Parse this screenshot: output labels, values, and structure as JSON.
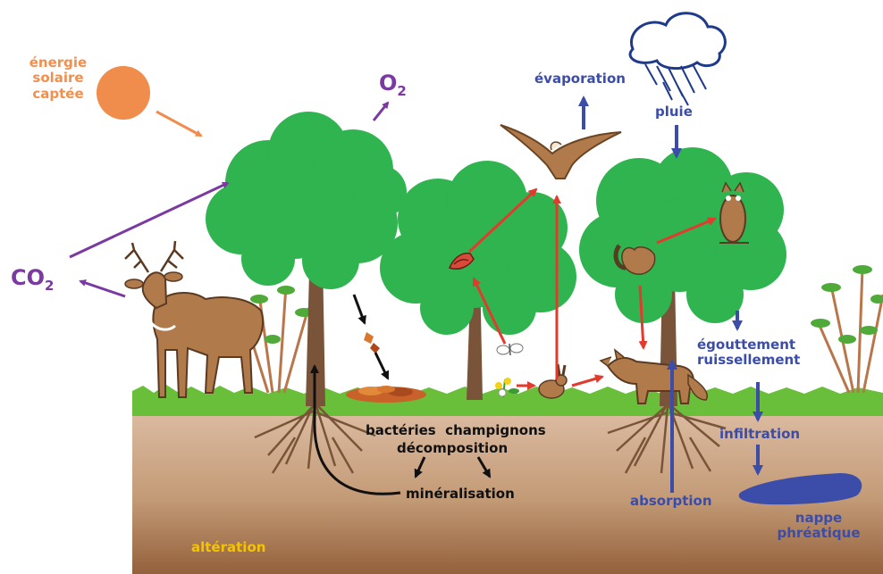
{
  "colors": {
    "sun": "#f08c4c",
    "solar_text": "#f0904f",
    "gas": "#7a3aa0",
    "water": "#3b4da8",
    "food_chain": "#e23b2e",
    "decomp": "#111111",
    "soil_top": "#d8b79b",
    "soil_bottom": "#9c6a42",
    "grass": "#6abf3a",
    "foliage": "#2fb44f",
    "trunk": "#7a5438",
    "animal": "#b07a4a",
    "weathering": "#f5c400"
  },
  "icons": [
    "sun-icon",
    "cloud-rain-icon",
    "deer-icon",
    "eagle-icon",
    "owl-icon",
    "squirrel-icon",
    "bird-icon",
    "butterfly-icon",
    "rabbit-icon",
    "fox-icon",
    "leaf-litter-icon",
    "falling-leaf-icon",
    "flower-icon",
    "root-icon",
    "water-table-icon",
    "shrub-icon"
  ],
  "labels": {
    "solar": [
      "énergie",
      "solaire",
      "captée"
    ],
    "o2": "O",
    "o2_sub": "2",
    "co2": "CO",
    "co2_sub": "2",
    "evaporation": "évaporation",
    "rain": "pluie",
    "drip_runoff": [
      "égouttement",
      "ruissellement"
    ],
    "infiltration": "infiltration",
    "absorption": "absorption",
    "water_table": [
      "nappe",
      "phréatique"
    ],
    "decomposers": "bactéries  champignons",
    "decomposition": "décomposition",
    "mineralisation": "minéralisation",
    "weathering": "altération"
  }
}
